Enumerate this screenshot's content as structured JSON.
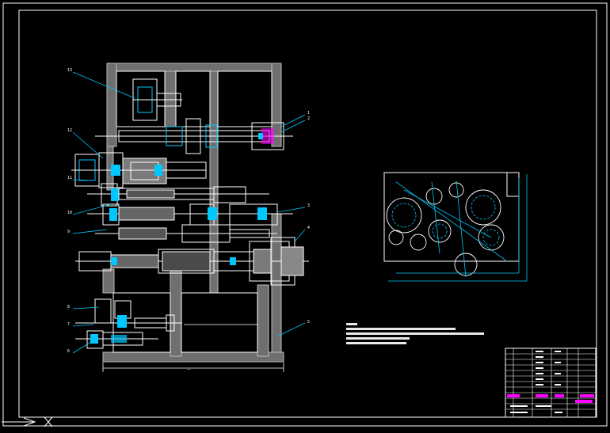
{
  "colors": {
    "background": "#000000",
    "frame": "#ffffff",
    "cyan": "#00c8ff",
    "magenta": "#ff00ff",
    "gray": "#9a9a9a",
    "red": "#ff3030",
    "yellow": "#e0e000"
  },
  "callouts": [
    "13",
    "12",
    "11",
    "10",
    "9",
    "8",
    "7",
    "6",
    "5",
    "4",
    "3",
    "2",
    "1"
  ],
  "notes_lines": 4,
  "title_block_rows": 12
}
